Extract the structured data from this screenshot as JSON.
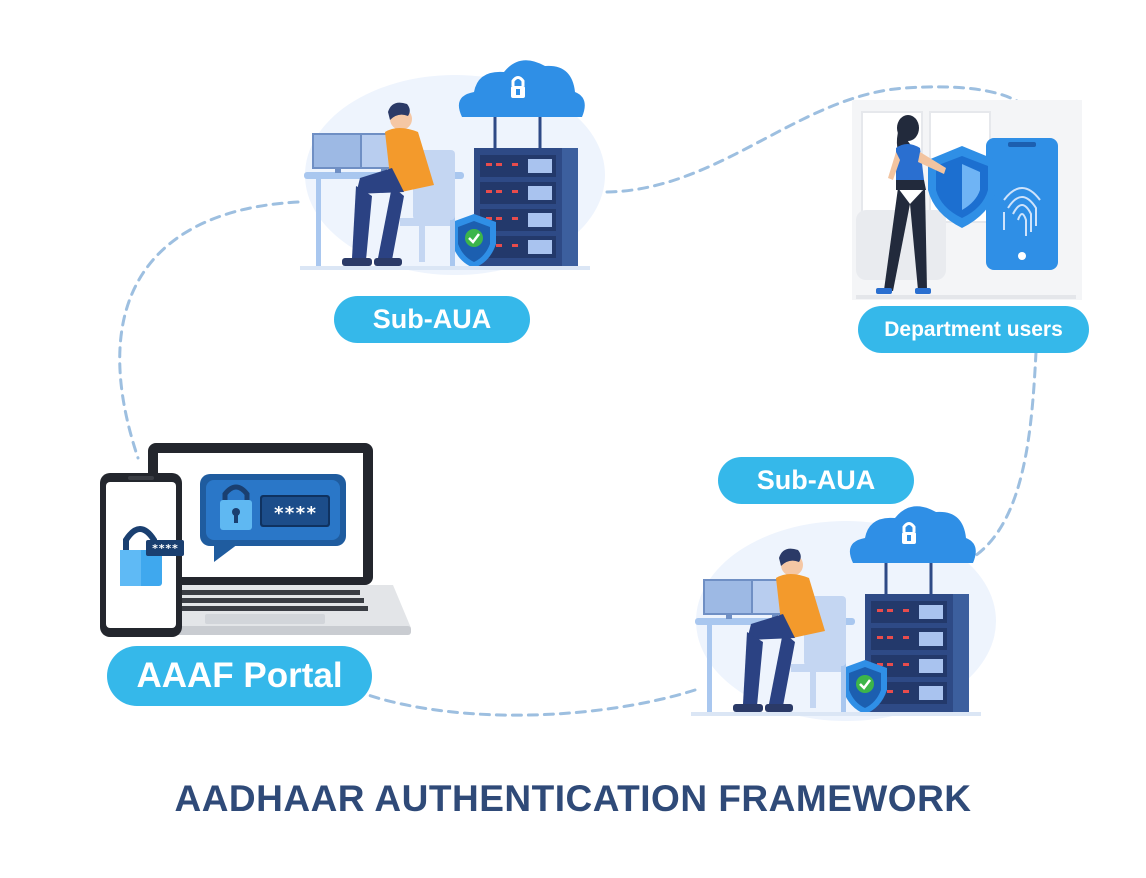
{
  "title": "AADHAAR AUTHENTICATION FRAMEWORK",
  "nodes": {
    "sub_aua_top": "Sub-AUA",
    "department_users": "Department users",
    "sub_aua_right": "Sub-AUA",
    "aaaf_portal": "AAAF Portal"
  },
  "screen_password_mask": "****",
  "phone_password_mask": "****",
  "colors": {
    "accent": "#35b8ea",
    "title": "#2f4a78",
    "connector": "#9dbfe0",
    "cloud": "#2f8fe6",
    "server": "#2e4a86"
  }
}
